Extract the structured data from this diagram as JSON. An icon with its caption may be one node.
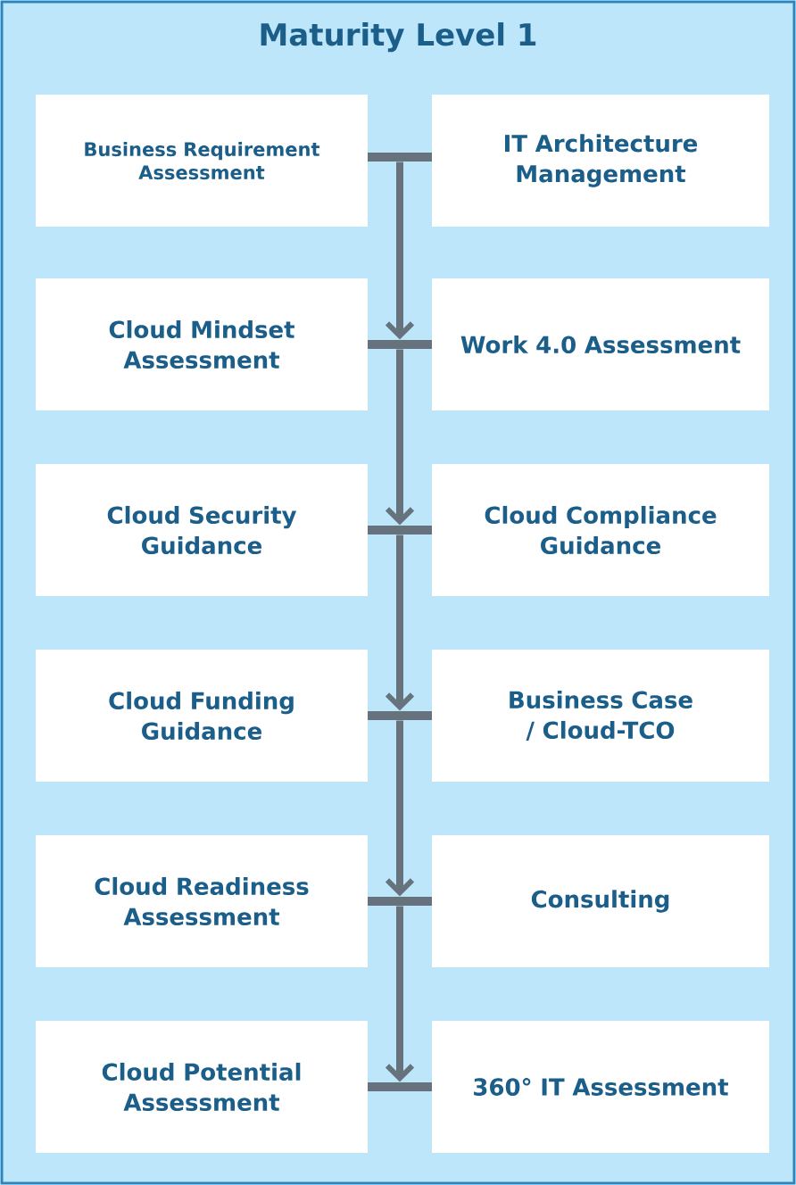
{
  "diagram": {
    "nodes": [
      {
        "text": [
          "Maturity Level 1"
        ]
      },
      {
        "text": [
          "Business Requirement Assessment"
        ],
        "in": 0
      },
      {
        "text": [
          "IT Architecture Management"
        ],
        "in": 0
      },
      {
        "text": [],
        "shape": "bar",
        "in": 0
      },
      {
        "text": [
          "Cloud Mindset Assessment"
        ],
        "in": 0
      },
      {
        "text": [
          "Work 4.0 Assessment"
        ],
        "in": 0
      },
      {
        "text": [],
        "shape": "bar",
        "in": 0
      },
      {
        "text": [
          "Cloud Security Guidance"
        ],
        "in": 0
      },
      {
        "text": [
          "Cloud Compliance Guidance"
        ],
        "in": 0
      },
      {
        "text": [],
        "shape": "bar",
        "in": 0
      },
      {
        "text": [
          "Cloud Funding Guidance"
        ],
        "in": 0
      },
      {
        "text": [
          "Business Case / Cloud-TCO"
        ],
        "in": 0
      },
      {
        "text": [],
        "shape": "bar",
        "in": 0
      },
      {
        "text": [
          "Cloud Readiness Assessment"
        ],
        "in": 0
      },
      {
        "text": [
          "Consulting"
        ],
        "in": 0
      },
      {
        "text": [],
        "shape": "bar",
        "in": 0
      },
      {
        "text": [
          "Cloud Potential Assessment"
        ],
        "in": 0
      },
      {
        "text": [
          "360° IT Assessment"
        ],
        "in": 0
      },
      {
        "text": [],
        "shape": "bar",
        "in": 0
      }
    ],
    "edges": [
      {
        "from": 3,
        "to": 6,
        "arrow": "to"
      },
      {
        "from": 6,
        "to": 9,
        "arrow": "to"
      },
      {
        "from": 9,
        "to": 12,
        "arrow": "to"
      },
      {
        "from": 12,
        "to": 15,
        "arrow": "to"
      },
      {
        "from": 15,
        "to": 18,
        "arrow": "to"
      }
    ]
  }
}
